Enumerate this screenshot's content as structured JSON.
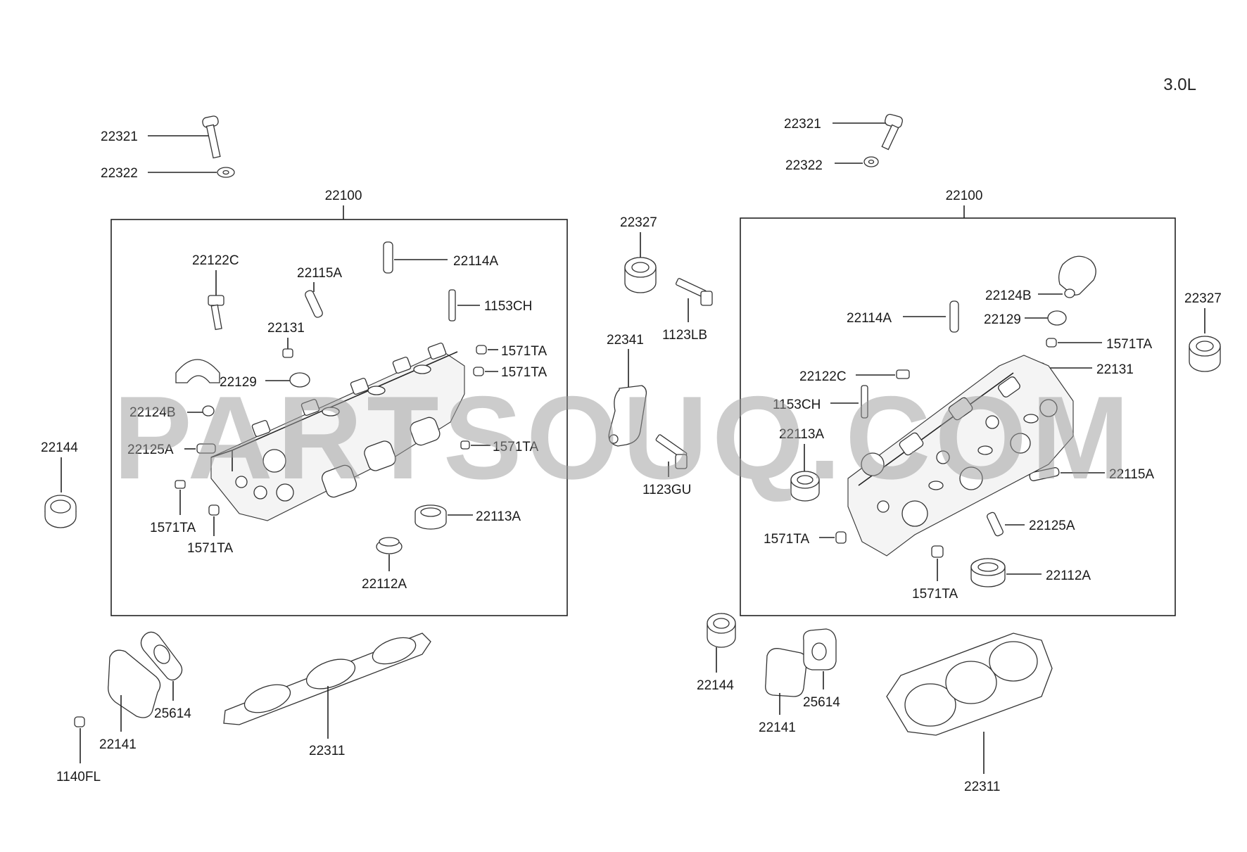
{
  "diagram": {
    "engine_label": "3.0L",
    "watermark": "PARTSOUQ.COM",
    "left_head": {
      "assembly": "22100",
      "labels": {
        "bolt_outer": "22321",
        "washer_outer": "22322",
        "cam_cap_bolt": "22122C",
        "guide_pin": "22115A",
        "valve_guide": "22114A",
        "stud": "1153CH",
        "plug_small": "22131",
        "plug_a": "1571TA",
        "plug_b": "1571TA",
        "seal": "22129",
        "retainer": "22124B",
        "dowel": "22125A",
        "plug_c": "1571TA",
        "plug_d": "1571TA",
        "plug_e": "1571TA",
        "oil_seal": "22113A",
        "seat": "22112A",
        "side_seal": "22144",
        "cover": "22141",
        "gasket_small": "25614",
        "bolt_small": "1140FL",
        "head_gasket": "22311"
      }
    },
    "center": {
      "bushing": "22327",
      "bolt_upper": "1123LB",
      "bracket": "22341",
      "bolt_lower": "1123GU",
      "side_seal": "22144",
      "cover": "22141",
      "gasket_small": "25614"
    },
    "right_head": {
      "assembly": "22100",
      "labels": {
        "bolt_outer": "22321",
        "washer_outer": "22322",
        "retainer": "22124B",
        "valve_guide": "22114A",
        "seal": "22129",
        "plug_a": "1571TA",
        "plug_small": "22131",
        "cam_cap_bolt": "22122C",
        "stud": "1153CH",
        "oil_seal": "22113A",
        "guide_pin": "22115A",
        "dowel": "22125A",
        "plug_b": "1571TA",
        "seat": "22112A",
        "plug_c": "1571TA",
        "bushing_outer": "22327",
        "head_gasket": "22311"
      }
    }
  }
}
